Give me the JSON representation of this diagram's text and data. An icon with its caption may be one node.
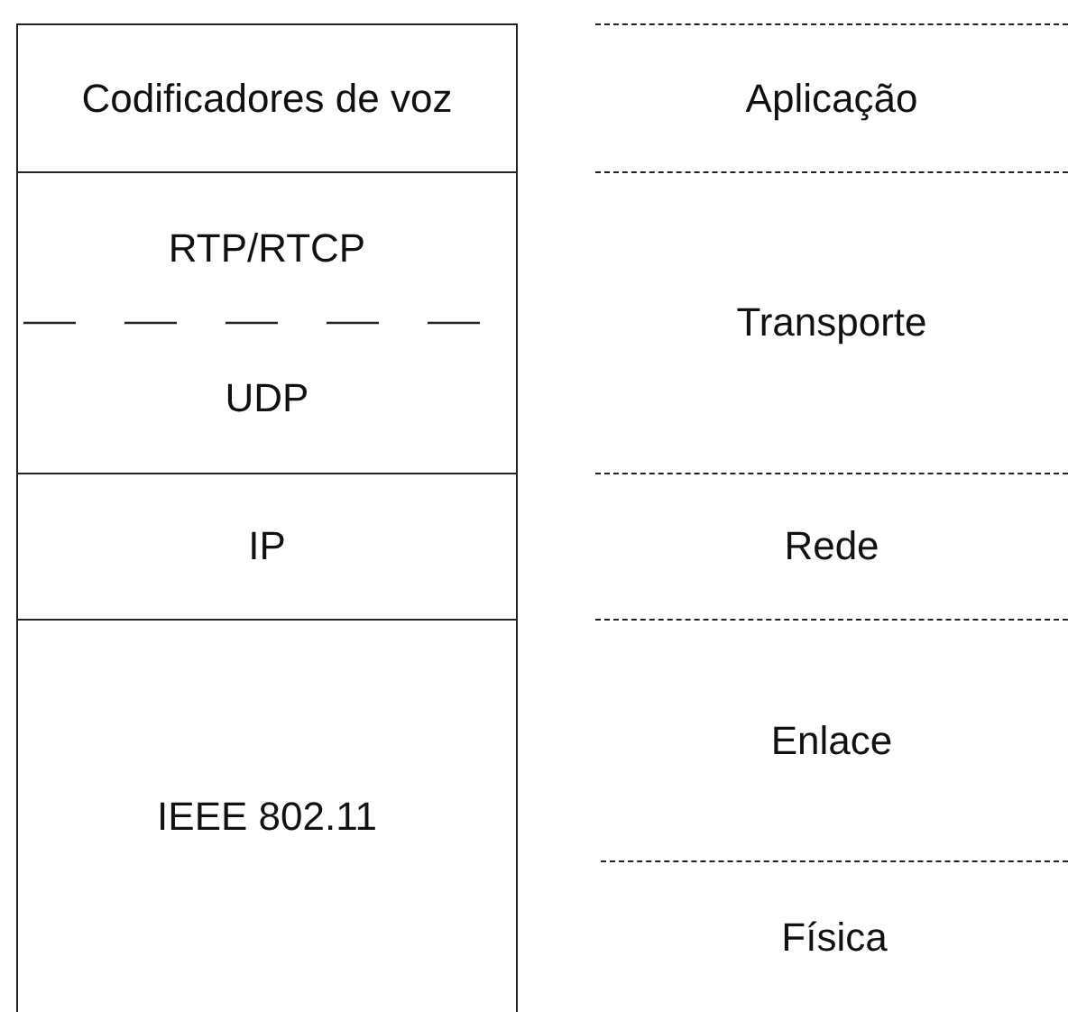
{
  "diagram": {
    "nodes": [
      {
        "text": [
          "Codificadores de voz"
        ]
      },
      {
        "text": [
          "RTP/RTCP",
          "UDP"
        ]
      },
      {
        "text": [
          "IP"
        ]
      },
      {
        "text": [
          "IEEE 802.11"
        ]
      },
      {
        "text": [
          "Aplicação"
        ]
      },
      {
        "text": [
          "Transporte"
        ]
      },
      {
        "text": [
          "Rede"
        ]
      },
      {
        "text": [
          "Enlace"
        ]
      },
      {
        "text": [
          "Física"
        ]
      }
    ]
  }
}
